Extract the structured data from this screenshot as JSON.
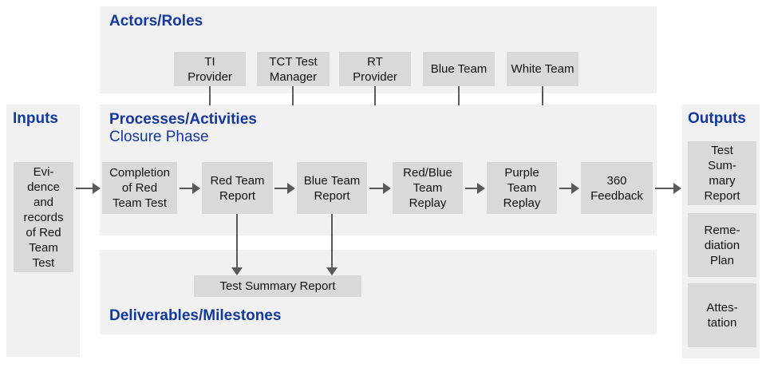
{
  "colors": {
    "heading_blue": "#14389c",
    "panel_gray": "#f1f1f1",
    "box_gray": "#d9d9d9",
    "arrow_gray": "#595959",
    "box_text": "#111111"
  },
  "inputs": {
    "title": "Inputs",
    "items": [
      {
        "label": "Evi-\ndence\nand\nrecords\nof Red\nTeam\nTest"
      }
    ]
  },
  "actors": {
    "title": "Actors/Roles",
    "items": [
      {
        "label": "TI\nProvider"
      },
      {
        "label": "TCT Test\nManager"
      },
      {
        "label": "RT\nProvider"
      },
      {
        "label": "Blue Team"
      },
      {
        "label": "White Team"
      }
    ]
  },
  "processes": {
    "title": "Processes/Activities",
    "subtitle": "Closure Phase",
    "steps": [
      {
        "label": "Completion\nof Red\nTeam Test"
      },
      {
        "label": "Red Team\nReport"
      },
      {
        "label": "Blue Team\nReport"
      },
      {
        "label": "Red/Blue\nTeam\nReplay"
      },
      {
        "label": "Purple\nTeam\nReplay"
      },
      {
        "label": "360\nFeedback"
      }
    ]
  },
  "deliverables": {
    "title": "Deliverables/Milestones",
    "items": [
      {
        "label": "Test Summary Report"
      }
    ]
  },
  "outputs": {
    "title": "Outputs",
    "items": [
      {
        "label": "Test\nSum-\nmary\nReport"
      },
      {
        "label": "Reme-\ndiation\nPlan"
      },
      {
        "label": "Attes-\ntation"
      }
    ]
  }
}
